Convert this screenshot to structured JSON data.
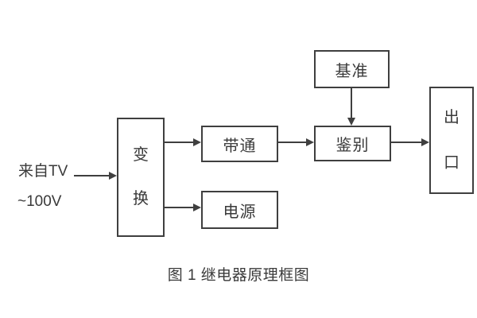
{
  "diagram": {
    "input": {
      "line1": "来自TV",
      "line2": "~100V"
    },
    "blocks": {
      "transform": "变换",
      "bandpass": "带通",
      "power": "电源",
      "reference": "基准",
      "discriminator": "鉴别",
      "outlet": "出口"
    },
    "caption": "图 1  继电器原理框图",
    "colors": {
      "line": "#3f3f3f",
      "text": "#3a3a3a",
      "background": "#ffffff"
    }
  }
}
